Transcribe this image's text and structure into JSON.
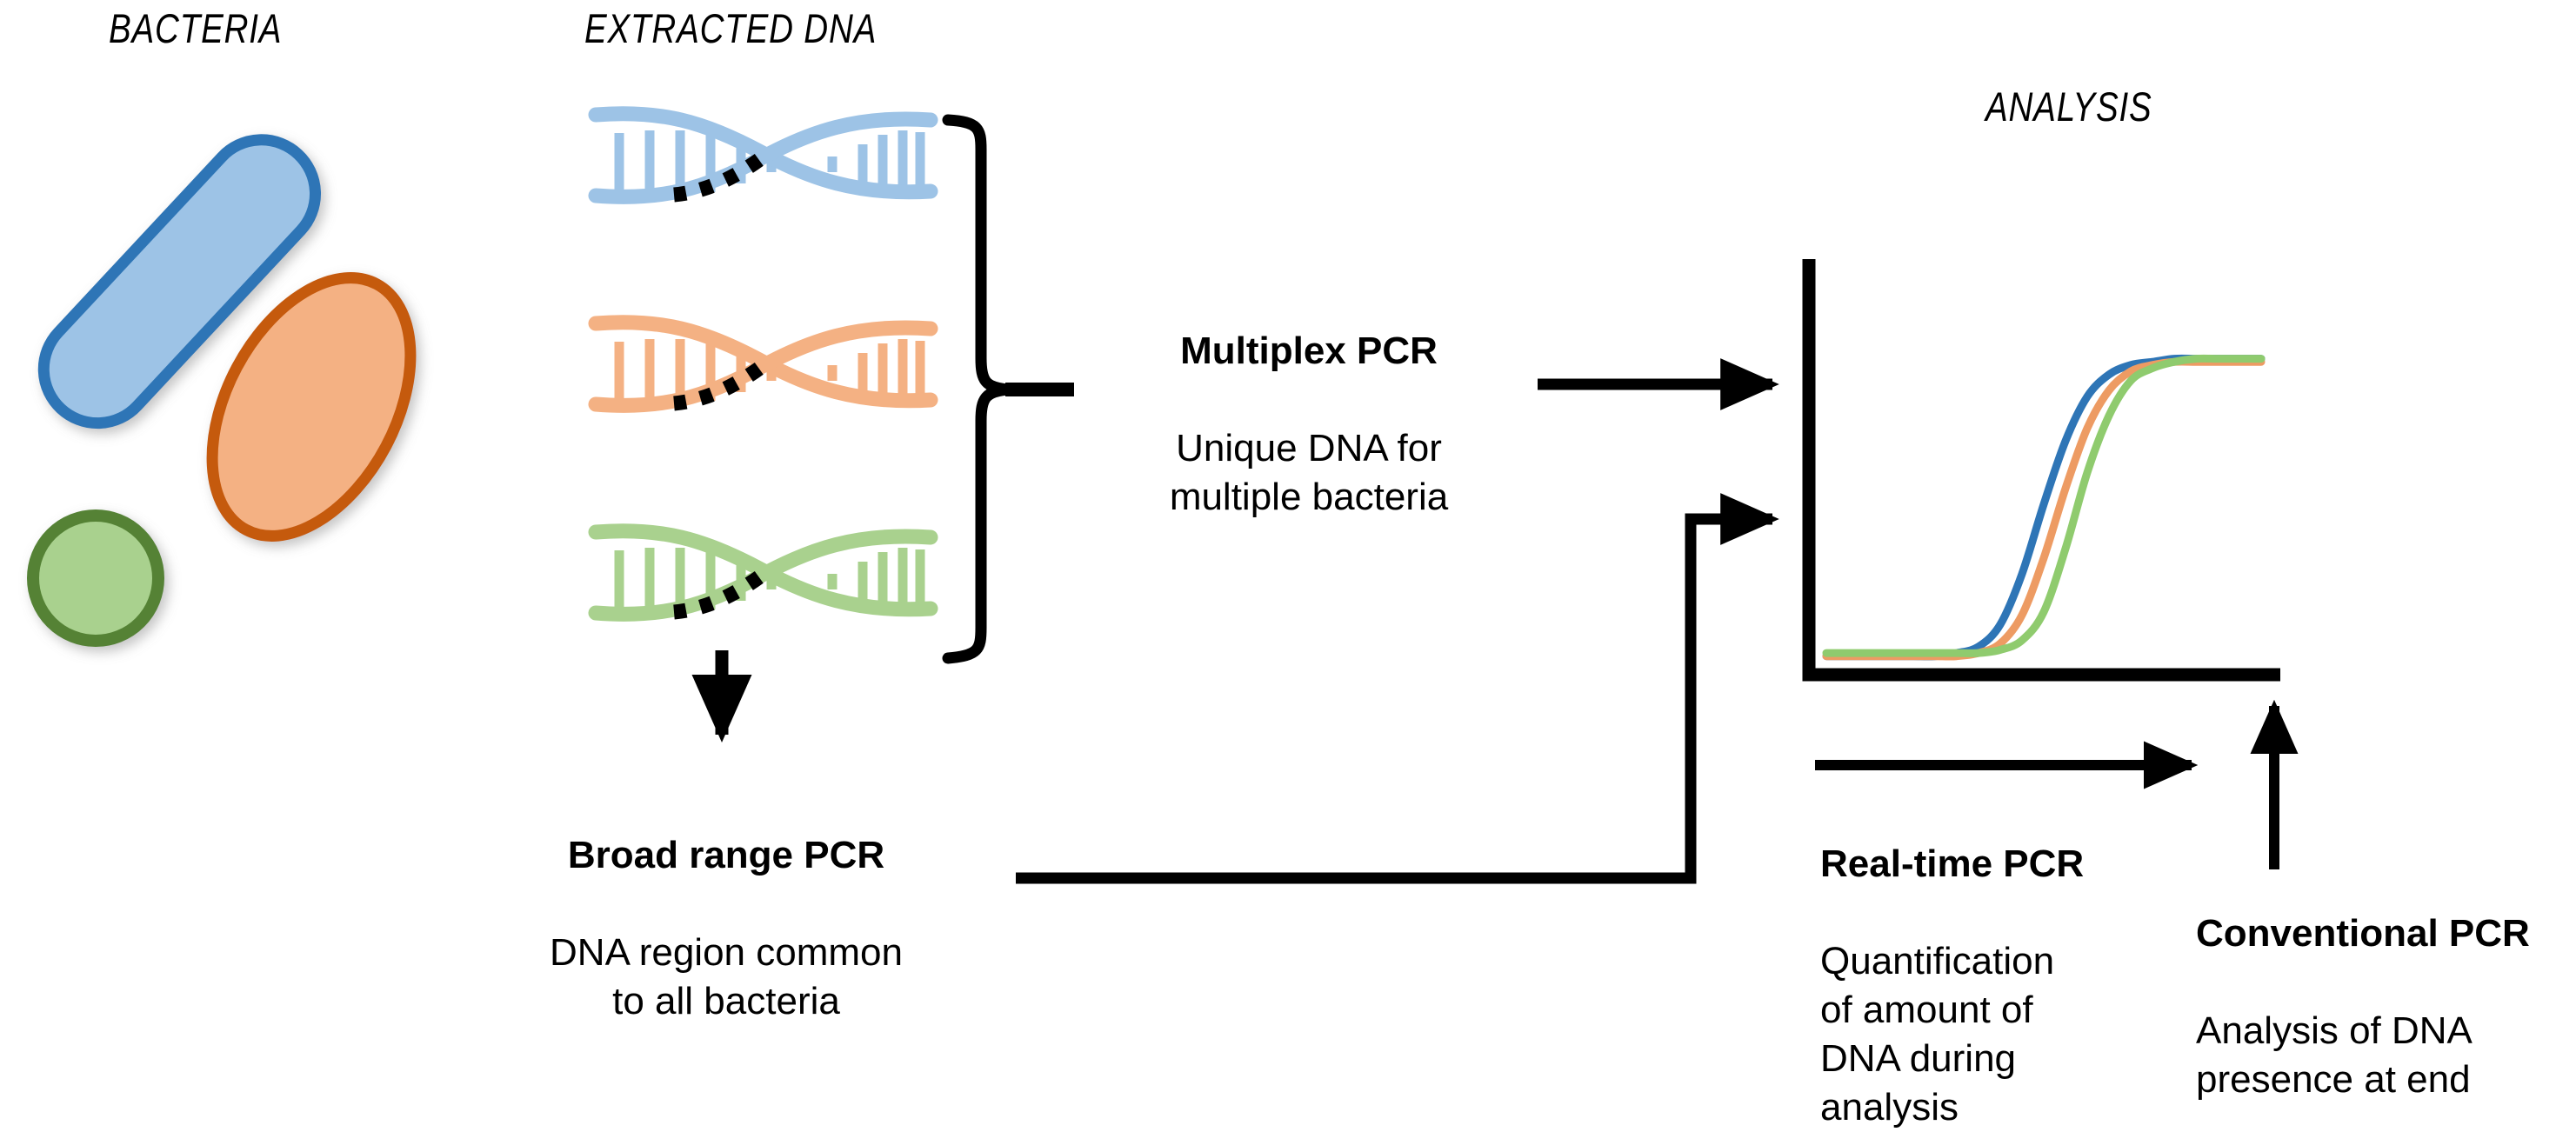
{
  "headers": {
    "bacteria": "BACTERIA",
    "extracted_dna": "EXTRACTED DNA",
    "analysis": "ANALYSIS"
  },
  "bacteria": [
    {
      "name": "rod-shaped-bacterium",
      "fill": "#9DC3E6",
      "stroke": "#2E75B6"
    },
    {
      "name": "ellipse-bacterium",
      "fill": "#F4B183",
      "stroke": "#C55A11"
    },
    {
      "name": "coccus-bacterium",
      "fill": "#A9D18E",
      "stroke": "#548235"
    }
  ],
  "dna_strands": [
    {
      "name": "dna-helix-blue",
      "color": "#9DC3E6"
    },
    {
      "name": "dna-helix-orange",
      "color": "#F4B183"
    },
    {
      "name": "dna-helix-green",
      "color": "#A9D18E"
    }
  ],
  "steps": {
    "multiplex": {
      "title": "Multiplex PCR",
      "body": "Unique DNA for\nmultiple bacteria"
    },
    "broad_range": {
      "title": "Broad range PCR",
      "body": "DNA region common\nto all bacteria"
    },
    "real_time": {
      "title": "Real-time PCR",
      "body": "Quantification\nof amount of\nDNA during\nanalysis"
    },
    "conventional": {
      "title": "Conventional PCR",
      "body": "Analysis of DNA\npresence at end"
    }
  },
  "chart_data": {
    "type": "line",
    "title": "ANALYSIS",
    "xlabel": "",
    "ylabel": "",
    "grid": false,
    "legend": "none",
    "xlim": [
      0,
      40
    ],
    "ylim": [
      0,
      1
    ],
    "x": [
      0,
      2,
      4,
      6,
      8,
      10,
      12,
      14,
      16,
      18,
      20,
      22,
      24,
      26,
      28,
      30,
      32,
      34,
      36,
      38,
      40
    ],
    "series": [
      {
        "name": "curve-blue",
        "color": "#2E75B6",
        "values": [
          0.02,
          0.02,
          0.02,
          0.02,
          0.02,
          0.02,
          0.03,
          0.05,
          0.12,
          0.28,
          0.5,
          0.7,
          0.84,
          0.91,
          0.94,
          0.95,
          0.96,
          0.96,
          0.96,
          0.96,
          0.96
        ]
      },
      {
        "name": "curve-orange",
        "color": "#ED9B63",
        "values": [
          0.02,
          0.02,
          0.02,
          0.02,
          0.02,
          0.02,
          0.02,
          0.03,
          0.06,
          0.15,
          0.33,
          0.55,
          0.74,
          0.86,
          0.92,
          0.94,
          0.95,
          0.95,
          0.95,
          0.95,
          0.95
        ]
      },
      {
        "name": "curve-green",
        "color": "#8FCB6E",
        "values": [
          0.03,
          0.03,
          0.03,
          0.03,
          0.03,
          0.03,
          0.03,
          0.03,
          0.04,
          0.07,
          0.16,
          0.36,
          0.6,
          0.78,
          0.89,
          0.93,
          0.95,
          0.96,
          0.96,
          0.96,
          0.96
        ]
      }
    ],
    "axis_color": "#000000"
  },
  "connectors": [
    {
      "name": "brace-to-multiplex",
      "kind": "curly-brace"
    },
    {
      "name": "arrow-multiplex-to-chart",
      "kind": "arrow-right"
    },
    {
      "name": "arrow-dna-to-broad-range",
      "kind": "arrow-down"
    },
    {
      "name": "arrow-broad-range-to-chart",
      "kind": "elbow-arrow-right"
    },
    {
      "name": "arrow-real-time",
      "kind": "arrow-right"
    },
    {
      "name": "arrow-conventional",
      "kind": "arrow-up"
    }
  ]
}
